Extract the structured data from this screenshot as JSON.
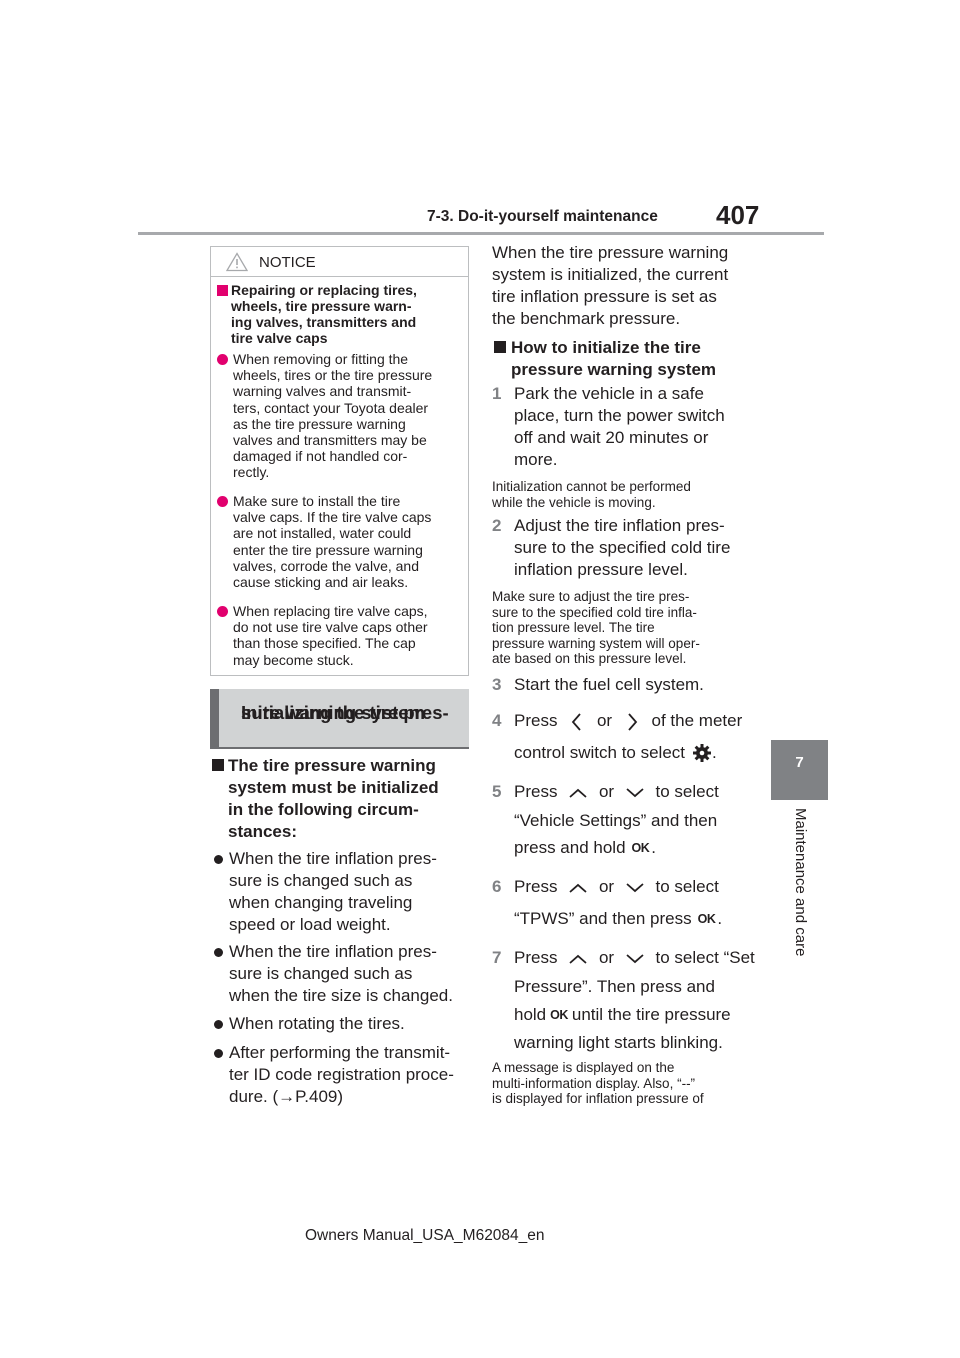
{
  "header": {
    "section": "7-3. Do-it-yourself maintenance",
    "page_number": "407"
  },
  "side_tab": {
    "number": "7",
    "label": "Maintenance and care"
  },
  "notice": {
    "title": "NOTICE",
    "heading": "Repairing or replacing tires, wheels, tire pressure warn-ing valves, transmitters and tire valve caps",
    "heading_lines": [
      "Repairing or replacing tires,",
      "wheels, tire pressure warn-",
      "ing valves, transmitters and",
      "tire valve caps"
    ],
    "items": [
      [
        "When removing or fitting the",
        "wheels, tires or the tire pressure",
        "warning valves and transmit-",
        "ters, contact your Toyota dealer",
        "as the tire pressure warning",
        "valves and transmitters may be",
        "damaged if not handled cor-",
        "rectly."
      ],
      [
        "Make sure to install the tire",
        "valve caps. If the tire valve caps",
        "are not installed, water could",
        "enter the tire pressure warning",
        "valves, corrode the valve, and",
        "cause sticking and air leaks."
      ],
      [
        "When replacing tire valve caps,",
        "do not use tire valve caps other",
        "than those specified. The cap",
        "may become stuck."
      ]
    ],
    "accent_color": "#e1006e"
  },
  "section": {
    "heading_lines": [
      "Initializing the tire pres-",
      "sure warning system"
    ]
  },
  "left": {
    "subheading_lines": [
      "The tire pressure warning",
      "system must be initialized",
      "in the following circum-",
      "stances:"
    ],
    "bullets": [
      [
        "When the tire inflation pres-",
        "sure is changed such as",
        "when changing traveling",
        "speed or load weight."
      ],
      [
        "When the tire inflation pres-",
        "sure is changed such as",
        "when the tire size is changed."
      ],
      [
        "When rotating the tires."
      ],
      [
        "After performing the transmit-",
        "ter ID code registration proce-",
        "dure. (→P.409)"
      ]
    ]
  },
  "right": {
    "intro_lines": [
      "When the tire pressure warning",
      "system is initialized, the current",
      "tire inflation pressure is set as",
      "the benchmark pressure."
    ],
    "subheading_lines": [
      "How to initialize the tire",
      "pressure warning system"
    ],
    "step1": {
      "num": "1",
      "lines": [
        "Park the vehicle in a safe",
        "place, turn the power switch",
        "off and wait 20 minutes or",
        "more."
      ]
    },
    "note1": [
      "Initialization cannot be performed",
      "while the vehicle is moving."
    ],
    "step2": {
      "num": "2",
      "lines": [
        "Adjust the tire inflation pres-",
        "sure to the specified cold tire",
        "inflation pressure level."
      ]
    },
    "note2": [
      "Make sure to adjust the tire pres-",
      "sure to the specified cold tire infla-",
      "tion pressure level. The tire",
      "pressure warning system will oper-",
      "ate based on this pressure level."
    ],
    "step3": {
      "num": "3",
      "text": "Start the fuel cell system."
    },
    "step4": {
      "num": "4",
      "a": "Press",
      "or": "or",
      "b": "of the meter",
      "c": "control switch to select",
      "end": "."
    },
    "step5": {
      "num": "5",
      "a": "Press",
      "or": "or",
      "b": "to select",
      "c": "“Vehicle Settings” and then",
      "d": "press and hold",
      "end": "."
    },
    "step6": {
      "num": "6",
      "a": "Press",
      "or": "or",
      "b": "to select",
      "c": "“TPWS” and then press",
      "end": "."
    },
    "step7": {
      "num": "7",
      "a": "Press",
      "or": "or",
      "b": "to select “Set",
      "c": "Pressure”. Then press and",
      "d1": "hold",
      "d2": "until the tire pressure",
      "e": "warning light starts blinking."
    },
    "ok_label": "OK",
    "note3": [
      "A message is displayed on the",
      "multi-information display. Also, “--”",
      "is displayed for inflation pressure of"
    ],
    "icons": [
      "chevron-left-icon",
      "chevron-right-icon",
      "gear-icon",
      "chevron-up-icon",
      "chevron-down-icon",
      "ok-icon"
    ]
  },
  "footer": {
    "text": "Owners Manual_USA_M62084_en"
  }
}
